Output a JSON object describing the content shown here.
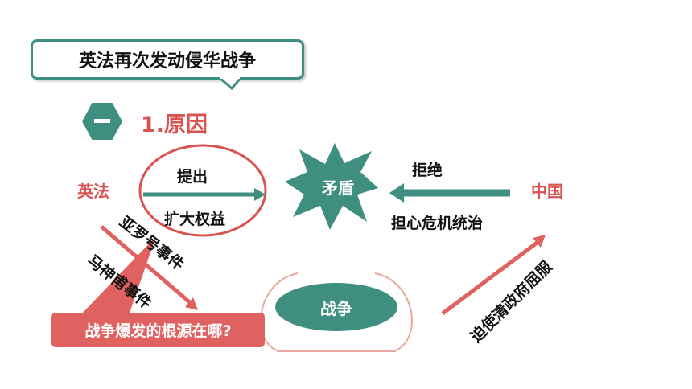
{
  "title": "英法再次发动侵华战争",
  "section": {
    "number_icon": "一",
    "heading": "1.原因"
  },
  "parties": {
    "left": "英法",
    "right": "中国"
  },
  "left_actions": {
    "top": "提出",
    "bottom": "扩大权益"
  },
  "center": {
    "conflict": "矛盾",
    "war": "战争"
  },
  "right_actions": {
    "top": "拒绝",
    "bottom": "担心危机统治"
  },
  "events": {
    "arrow": "亚罗号事件",
    "ma": "马神甫事件"
  },
  "diagonal_right": "迫使清政府屈服",
  "callout": "战争爆发的根源在哪?",
  "colors": {
    "teal": "#3f8f80",
    "red": "#d9534f",
    "callout_bg": "#e06260"
  }
}
